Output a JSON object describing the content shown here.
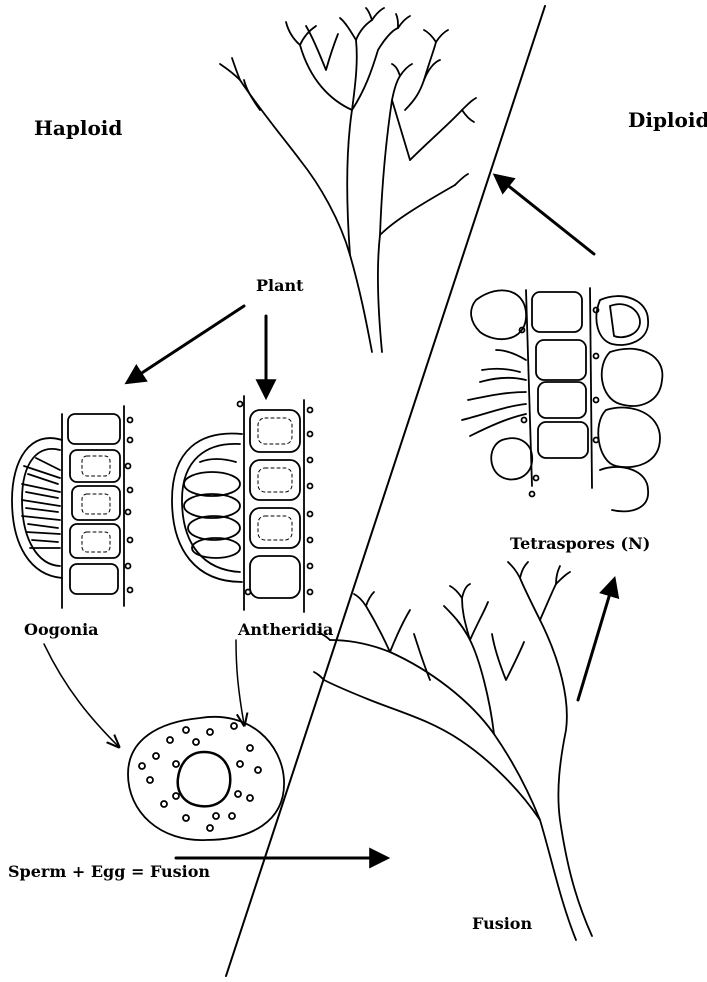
{
  "labels": {
    "haploid": "Haploid",
    "diploid": "Diploid",
    "plant": "Plant",
    "tetraspores": "Tetraspores (N)",
    "oogonia": "Oogonia",
    "antheridia": "Antheridia",
    "fusion_equation": "Sperm +  Egg = Fusion",
    "fusion": "Fusion"
  },
  "colors": {
    "ink": "#000000",
    "background": "#ffffff"
  }
}
